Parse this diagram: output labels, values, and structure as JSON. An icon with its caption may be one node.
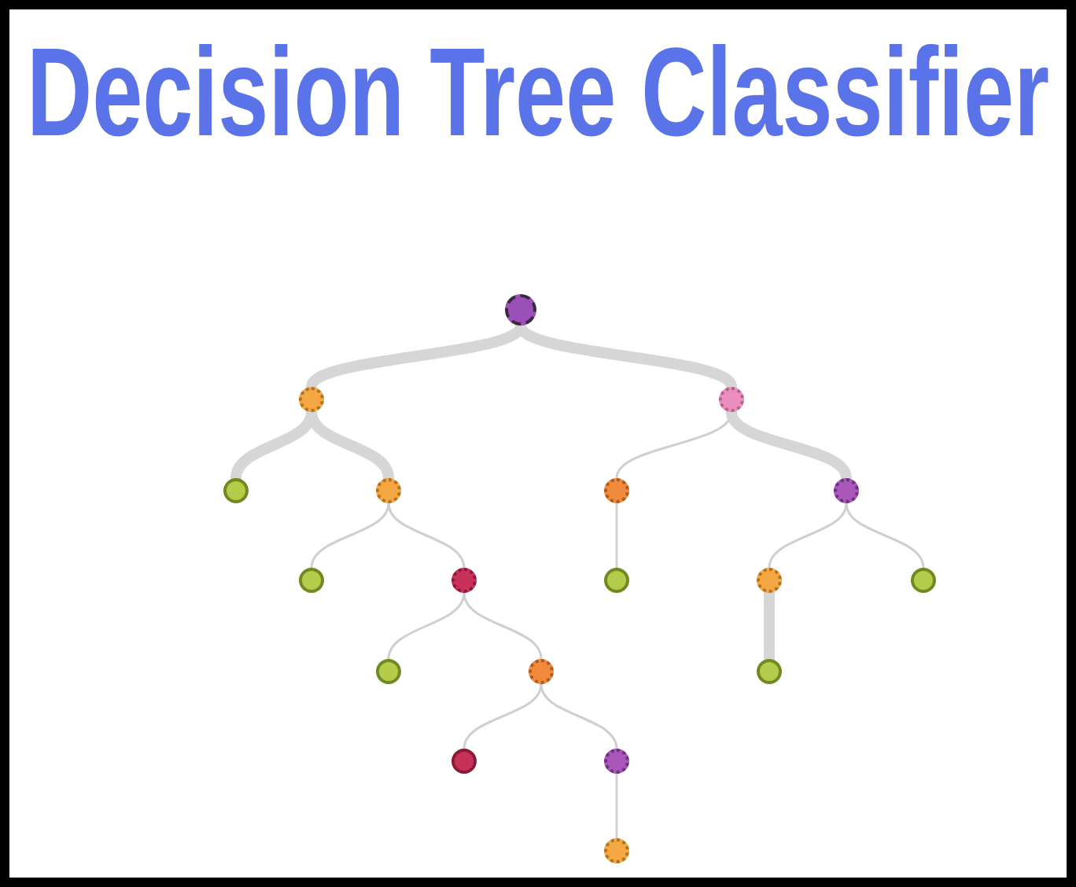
{
  "diagram": {
    "title": "Decision Tree Classifier",
    "nodes": [
      {
        "text": [],
        "shape": "circle"
      },
      {
        "text": [],
        "shape": "circle"
      },
      {
        "text": [],
        "shape": "circle"
      },
      {
        "text": [],
        "shape": "circle"
      },
      {
        "text": [],
        "shape": "circle"
      },
      {
        "text": [],
        "shape": "circle"
      },
      {
        "text": [],
        "shape": "circle"
      },
      {
        "text": [],
        "shape": "circle"
      },
      {
        "text": [],
        "shape": "circle"
      },
      {
        "text": [],
        "shape": "circle"
      },
      {
        "text": [],
        "shape": "circle"
      },
      {
        "text": [],
        "shape": "circle"
      },
      {
        "text": [],
        "shape": "circle"
      },
      {
        "text": [],
        "shape": "circle"
      },
      {
        "text": [],
        "shape": "circle"
      },
      {
        "text": [],
        "shape": "circle"
      },
      {
        "text": [],
        "shape": "circle"
      },
      {
        "text": [],
        "shape": "circle"
      }
    ],
    "edges": [
      {
        "from": 0,
        "to": 1,
        "arrow": "none",
        "style": "thick"
      },
      {
        "from": 0,
        "to": 2,
        "arrow": "none",
        "style": "thick"
      },
      {
        "from": 1,
        "to": 3,
        "arrow": "none",
        "style": "thick"
      },
      {
        "from": 1,
        "to": 4,
        "arrow": "none",
        "style": "thick"
      },
      {
        "from": 2,
        "to": 5,
        "arrow": "none"
      },
      {
        "from": 2,
        "to": 6,
        "arrow": "none",
        "style": "thick"
      },
      {
        "from": 4,
        "to": 7,
        "arrow": "none"
      },
      {
        "from": 4,
        "to": 8,
        "arrow": "none"
      },
      {
        "from": 5,
        "to": 9,
        "arrow": "none"
      },
      {
        "from": 6,
        "to": 10,
        "arrow": "none"
      },
      {
        "from": 6,
        "to": 11,
        "arrow": "none"
      },
      {
        "from": 8,
        "to": 12,
        "arrow": "none"
      },
      {
        "from": 8,
        "to": 13,
        "arrow": "none"
      },
      {
        "from": 10,
        "to": 14,
        "arrow": "none",
        "style": "thick"
      },
      {
        "from": 13,
        "to": 15,
        "arrow": "none"
      },
      {
        "from": 13,
        "to": 16,
        "arrow": "none"
      },
      {
        "from": 16,
        "to": 17,
        "arrow": "none"
      }
    ]
  }
}
